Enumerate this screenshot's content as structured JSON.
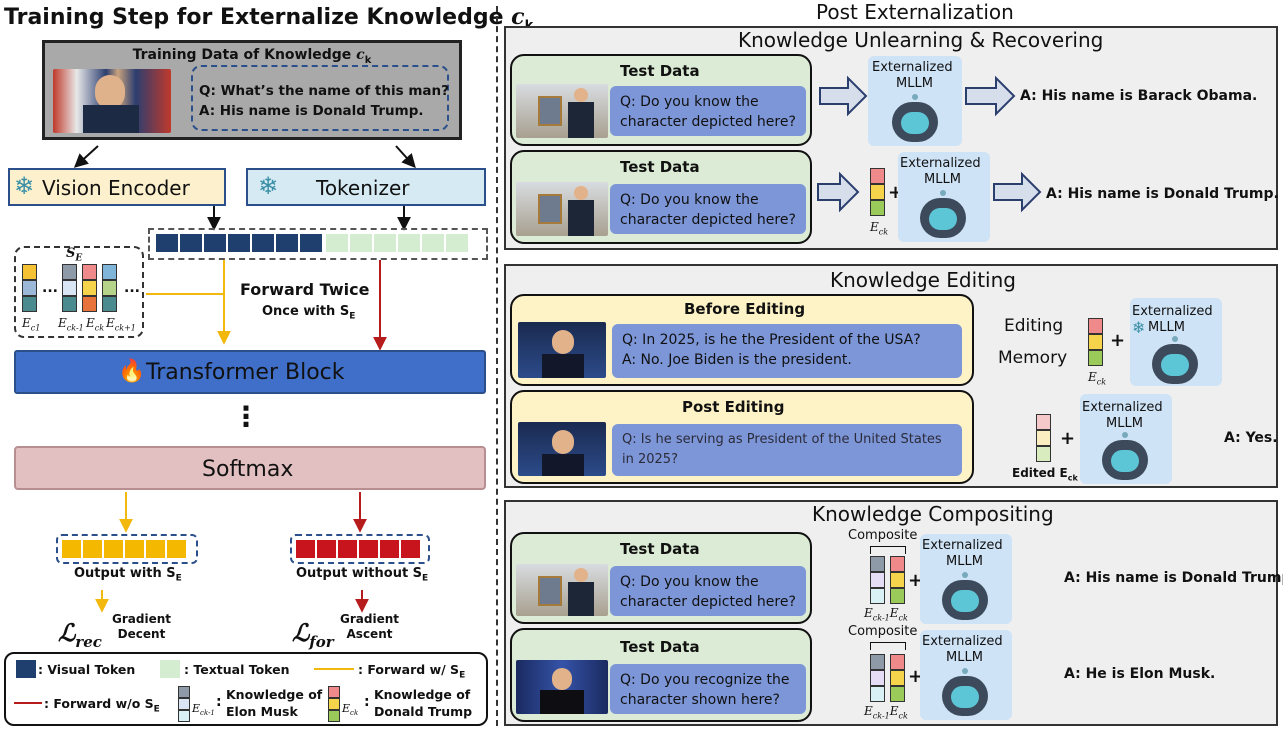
{
  "left": {
    "title_prefix": "Training Step for Externalize Knowledge ",
    "title_var": "c",
    "title_sub": "k",
    "training_data_label": "Training Data of Knowledge ",
    "training_data_var": "c",
    "training_data_sub": "k",
    "q_text": "Q: What’s the name of this man?",
    "a_text": "A: His name is Donald Trump.",
    "vision_encoder": "Vision Encoder",
    "tokenizer": "Tokenizer",
    "se_label": "S",
    "se_sub": "E",
    "dots": "...",
    "ec_labels": [
      "E",
      "E",
      "E",
      "E"
    ],
    "ec_subs": [
      "c1",
      "ck-1",
      "ck",
      "ck+1"
    ],
    "forward_twice": "Forward Twice",
    "once_with": "Once with S",
    "once_with_sub": "E",
    "transformer_block": "Transformer Block",
    "vertical_dots": "⋮",
    "softmax": "Softmax",
    "output_with": "Output with S",
    "output_with_sub": "E",
    "output_without": "Output without S",
    "output_without_sub": "E",
    "loss_rec": "ℒ",
    "loss_rec_sub": "rec",
    "loss_for": "ℒ",
    "loss_for_sub": "for",
    "gradient_decent_1": "Gradient",
    "gradient_decent_2": "Decent",
    "gradient_ascent_1": "Gradient",
    "gradient_ascent_2": "Ascent"
  },
  "legend": {
    "visual_token": ": Visual Token",
    "textual_token": ": Textual Token",
    "forward_with": ": Forward w/ S",
    "forward_with_sub": "E",
    "forward_without": ": Forward w/o S",
    "forward_without_sub": "E",
    "ec_km1": "E",
    "ec_km1_sub": "ck-1",
    "know_elon_1": "Knowledge of",
    "know_elon_2": "Elon Musk",
    "ec_k": "E",
    "ec_k_sub": "ck",
    "know_trump_1": "Knowledge of",
    "know_trump_2": "Donald Trump",
    "colon": ":"
  },
  "right": {
    "post_title": "Post Externalization",
    "panel1_title": "Knowledge Unlearning & Recovering",
    "panel2_title": "Knowledge Editing",
    "panel3_title": "Knowledge Compositing",
    "test_data": "Test Data",
    "q_character_1": "Q: Do you know the",
    "q_character_2": "character depicted here?",
    "externalized": "Externalized",
    "mllm": "MLLM",
    "ans_obama": "A: His name is Barack Obama.",
    "ans_trump": "A: His name is Donald Trump.",
    "ec_label": "E",
    "ec_sub": "ck",
    "before_editing": "Before Editing",
    "q_president_1": "Q: In 2025, is he the President of the USA?",
    "a_biden": "A: No. Joe Biden is the president.",
    "editing": "Editing",
    "memory": "Memory",
    "post_editing": "Post Editing",
    "q_serving_1": "Q:  Is he serving as President of the United States",
    "q_serving_2": "in 2025?",
    "edited": "Edited E",
    "edited_sub": "ck",
    "ans_yes": "A: Yes.",
    "composite": "Composite",
    "ec_pair_a": "E",
    "ec_pair_a_sub": "ck-1",
    "ec_pair_b": "E",
    "ec_pair_b_sub": "ck",
    "q_recognize_1": "Q: Do you recognize the",
    "q_recognize_2": "character shown here?",
    "ans_elon": "A: He is Elon Musk.",
    "plus": "+"
  }
}
